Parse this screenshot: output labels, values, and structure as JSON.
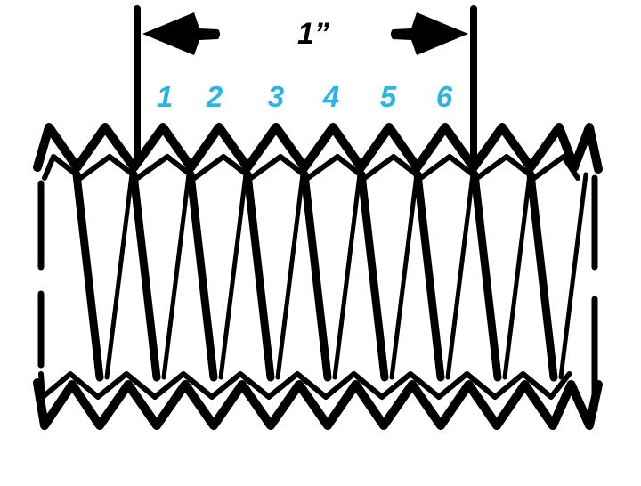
{
  "diagram": {
    "measurement_label": "1”",
    "thread_numbers": [
      "1",
      "2",
      "3",
      "4",
      "5",
      "6"
    ],
    "colors": {
      "ink": "#000000",
      "number_color": "#29b6e6",
      "background": "#ffffff"
    },
    "icons": {
      "left_arrow": "arrow-left-icon",
      "right_arrow": "arrow-right-icon"
    }
  }
}
